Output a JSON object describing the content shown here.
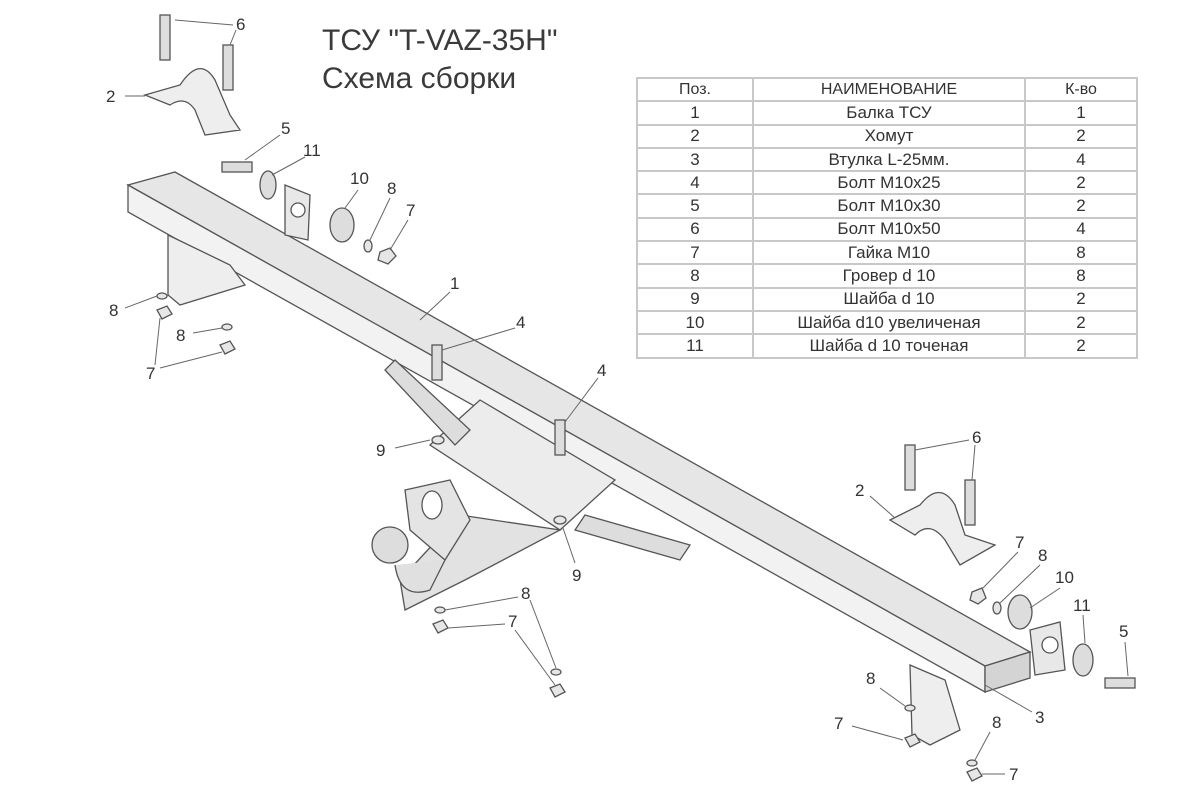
{
  "title": "ТСУ \"T-VAZ-35H\"",
  "subtitle": "Схема сборки",
  "table": {
    "headers": [
      "Поз.",
      "НАИМЕНОВАНИЕ",
      "К-во"
    ],
    "rows": [
      [
        "1",
        "Балка ТСУ",
        "1"
      ],
      [
        "2",
        "Хомут",
        "2"
      ],
      [
        "3",
        "Втулка L-25мм.",
        "4"
      ],
      [
        "4",
        "Болт М10х25",
        "2"
      ],
      [
        "5",
        "Болт М10х30",
        "2"
      ],
      [
        "6",
        "Болт М10х50",
        "4"
      ],
      [
        "7",
        "Гайка  М10",
        "8"
      ],
      [
        "8",
        "Гровер d 10",
        "8"
      ],
      [
        "9",
        "Шайба d 10",
        "2"
      ],
      [
        "10",
        "Шайба d10 увеличеная",
        "2"
      ],
      [
        "11",
        "Шайба d 10 точеная",
        "2"
      ]
    ]
  },
  "callouts": [
    "6",
    "2",
    "5",
    "11",
    "10",
    "8",
    "7",
    "1",
    "4",
    "4",
    "9",
    "9",
    "8",
    "8",
    "7",
    "6",
    "2",
    "7",
    "8",
    "10",
    "11",
    "5",
    "3",
    "8",
    "7",
    "8",
    "7",
    "8",
    "7"
  ],
  "colors": {
    "part_fill": "#e6e6e6",
    "part_stroke": "#555555",
    "leader": "#666666"
  }
}
